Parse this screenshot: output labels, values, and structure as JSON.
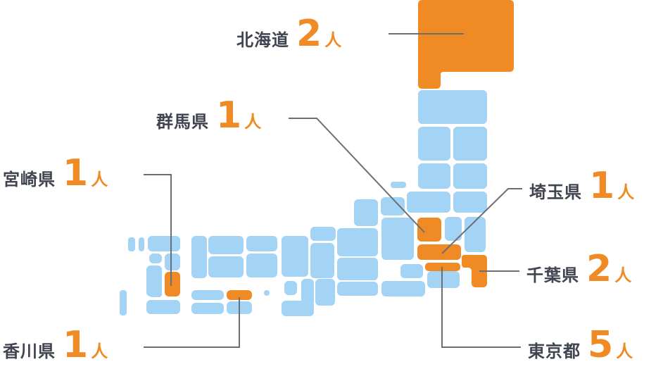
{
  "colors": {
    "base": "#a3d4f5",
    "highlight": "#f08a24",
    "line": "#6b6e74",
    "text": "#3f4450"
  },
  "callouts": [
    {
      "id": "hokkaido",
      "pref": "北海道",
      "count": "2",
      "unit": "人"
    },
    {
      "id": "gunma",
      "pref": "群馬県",
      "count": "1",
      "unit": "人"
    },
    {
      "id": "miyazaki",
      "pref": "宮崎県",
      "count": "1",
      "unit": "人"
    },
    {
      "id": "saitama",
      "pref": "埼玉県",
      "count": "1",
      "unit": "人"
    },
    {
      "id": "chiba",
      "pref": "千葉県",
      "count": "2",
      "unit": "人"
    },
    {
      "id": "kagawa",
      "pref": "香川県",
      "count": "1",
      "unit": "人"
    },
    {
      "id": "tokyo",
      "pref": "東京都",
      "count": "5",
      "unit": "人"
    }
  ]
}
